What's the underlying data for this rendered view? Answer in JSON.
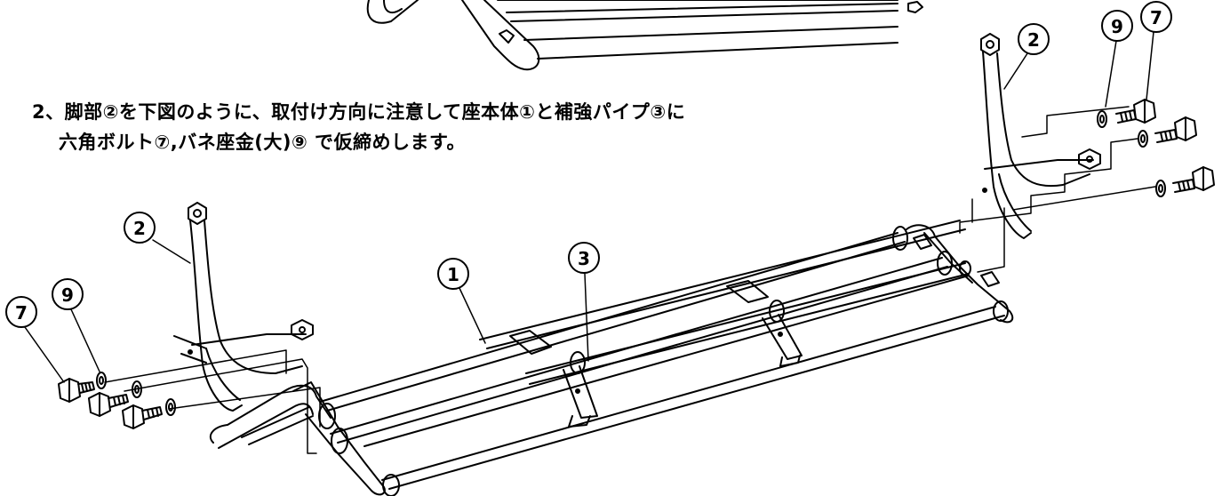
{
  "instructions": {
    "line1": "2、脚部②を下図のように、取付け方向に注意して座本体①と補強パイプ③に",
    "line2": "六角ボルト⑦,バネ座金(大)⑨ で仮締めします。"
  },
  "callouts": {
    "seat_body": "1",
    "leg_part": "2",
    "reinforcement_pipe": "3",
    "hex_bolt": "7",
    "spring_washer": "9"
  },
  "colors": {
    "ink": "#000000",
    "paper": "#ffffff",
    "rail_fill": "#f4f4f4"
  }
}
